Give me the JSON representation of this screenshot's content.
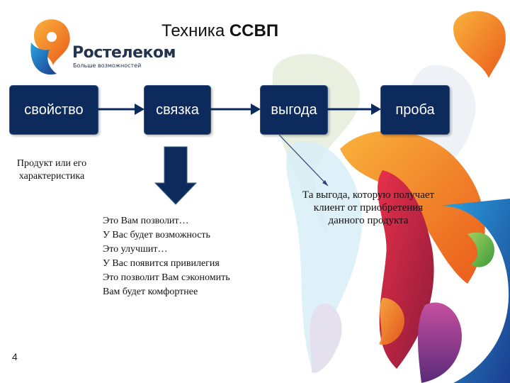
{
  "title": {
    "text": "Техника ",
    "bold": "ССВП"
  },
  "logo": {
    "name": "Ростелеком",
    "tagline": "Больше возможностей"
  },
  "boxes": [
    {
      "label": "свойство"
    },
    {
      "label": "связка"
    },
    {
      "label": "выгода"
    },
    {
      "label": "проба"
    }
  ],
  "property_description": "Продукт или его характеристика",
  "phrases": [
    "Это Вам позволит…",
    "У Вас будет возможность",
    "Это улучшит…",
    "У Вас появится привилегия",
    "Это позволит Вам сэкономить",
    "Вам будет комфортнее"
  ],
  "benefit_description": "Та выгода, которую получает клиент от приобретения данного продукта",
  "page_number": "4",
  "colors": {
    "box": "#0c2a5b",
    "arrow": "#0c2a5b",
    "accent_orange": "#f08a24",
    "accent_blue": "#1c4f9c"
  }
}
